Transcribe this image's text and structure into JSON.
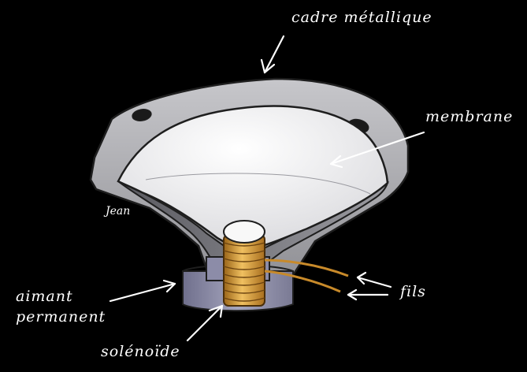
{
  "labels": {
    "frame": "cadre métallique",
    "membrane": "membrane",
    "magnet_line1": "aimant",
    "magnet_line2": "permanent",
    "wires": "fils",
    "coil": "solénoïde"
  },
  "signature": "Jean",
  "colors": {
    "background": "#000000",
    "frame": "#a9a9ad",
    "membrane": "#f4f4f6",
    "magnet": "#8c8ca8",
    "coil": "#d8a036",
    "text": "#ffffff"
  }
}
